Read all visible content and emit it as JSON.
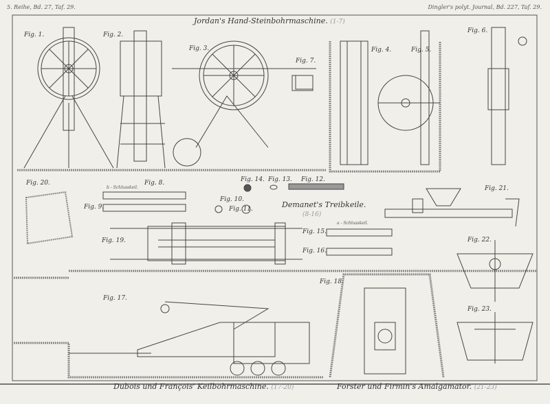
{
  "header": {
    "left": "5. Reihe, Bd. 27, Taf. 29.",
    "right": "Dingler's polyt. Journal, Bd. 227, Taf. 29."
  },
  "sections": [
    {
      "title": "Jordan's Hand-Steinbohrmaschine.",
      "range": "(1-7)"
    },
    {
      "title": "Demanet's Treibkeile.",
      "range": "(8-16)"
    },
    {
      "title": "Dubois und François' Keilbohrmaschine.",
      "range": "(17-20)"
    },
    {
      "title": "Forster und Firmin's Amalgamator.",
      "range": "(21-23)"
    }
  ],
  "figures": {
    "f1": "Fig. 1.",
    "f2": "Fig. 2.",
    "f3": "Fig. 3.",
    "f4": "Fig. 4.",
    "f5": "Fig. 5.",
    "f6": "Fig. 6.",
    "f7": "Fig. 7.",
    "f8": "Fig. 8.",
    "f9": "Fig. 9.",
    "f10": "Fig. 10.",
    "f11": "Fig. 11.",
    "f12": "Fig. 12.",
    "f13": "Fig. 13.",
    "f14": "Fig. 14.",
    "f15": "Fig. 15.",
    "f16": "Fig. 16.",
    "f17": "Fig. 17.",
    "f18": "Fig. 18.",
    "f19": "Fig. 19.",
    "f20": "Fig. 20.",
    "f21": "Fig. 21.",
    "f22": "Fig. 22.",
    "f23": "Fig. 23."
  },
  "labels": {
    "b_key": "b - Schlusskeil.",
    "a_key": "a - Schlusskeil."
  }
}
